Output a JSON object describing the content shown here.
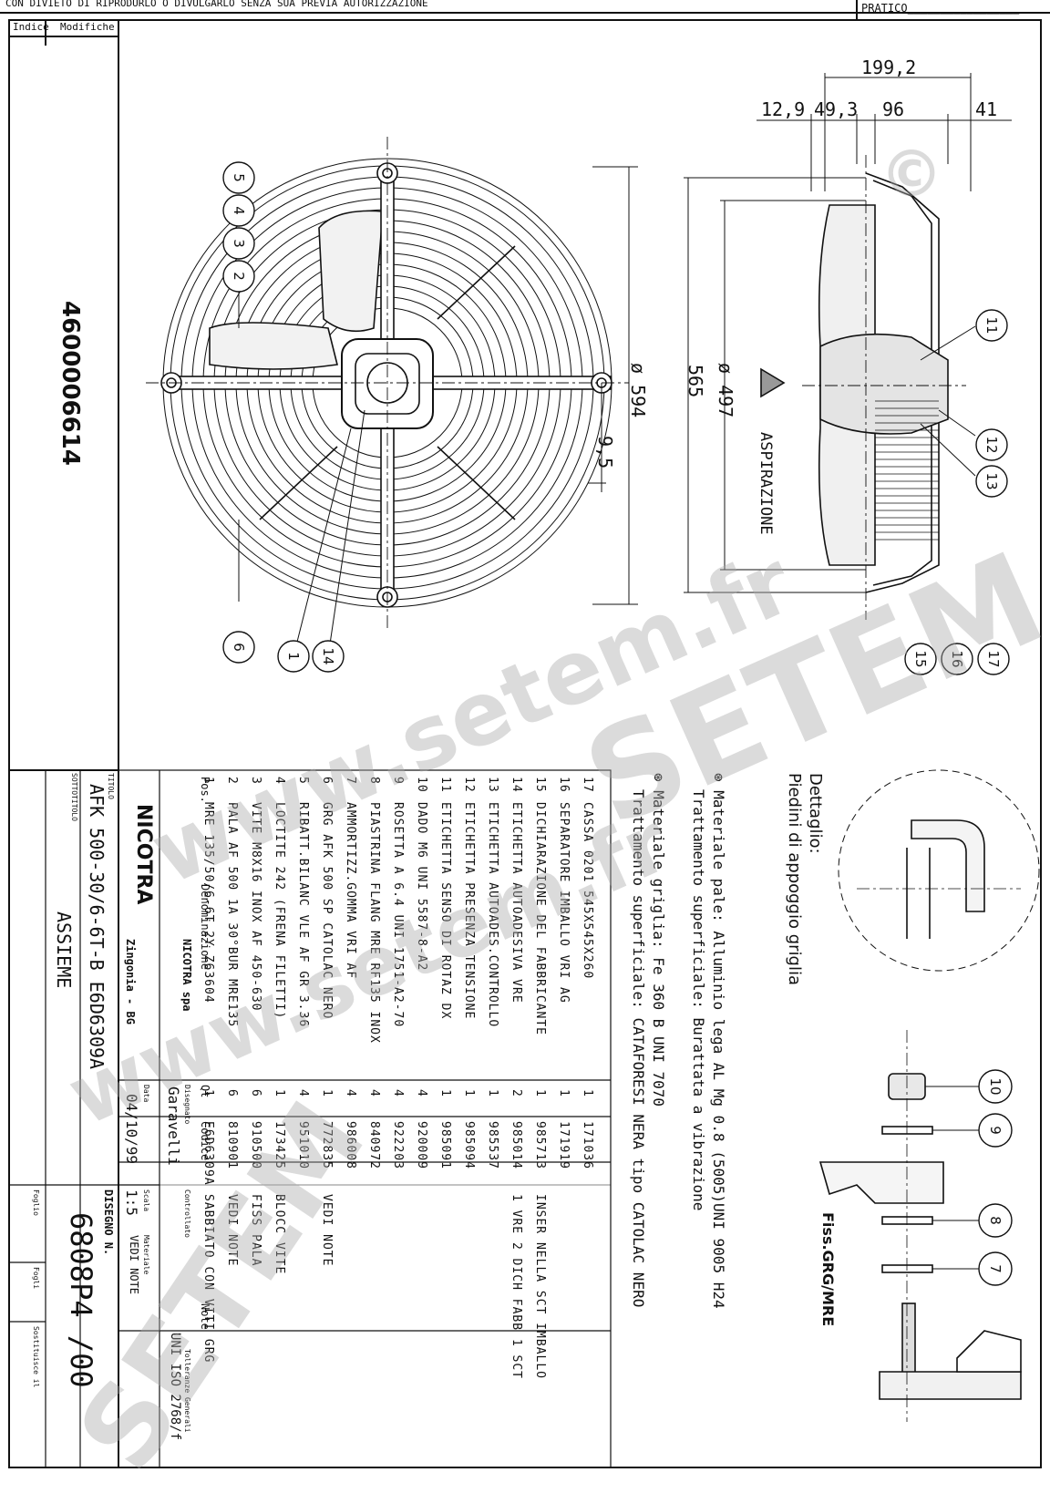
{
  "header": {
    "notice": "CON DIVIETO DI RIPRODURLO O DIVULGARLO SENZA SUA PREVIA AUTORIZZAZIONE",
    "pratico_label": "PRATICO"
  },
  "revision_block": {
    "indice_label": "Indice",
    "modifiche_label": "Modifiche"
  },
  "part_number": "4600006614",
  "dimensions": {
    "overall_depth": "199,2",
    "d1": "12,9",
    "d2": "49,3",
    "d3": "96",
    "d4": "41",
    "diam_outer": "ø 594",
    "diam_inner": "ø 497",
    "height": "565",
    "offset": "9,5"
  },
  "aspiration_label": "ASPIRAZIONE",
  "detail_title": "Dettaglio:",
  "detail_subtitle": "Piedini di appoggio griglia",
  "fixing_label": "Fiss.GRG/MRE",
  "materials_note_1a": "Materiale pale: Alluminio lega AL Mg 0.8 (5005)UNI 9005 H24",
  "materials_note_1b": "Trattamento superficiale: Burattata a vibrazione",
  "materials_note_2a": "Materiale griglia: Fe 360 B  UNI 7070",
  "materials_note_2b": "Trattamento superficiale: CATAFORESI NERA tipo CATOLAC NERO",
  "balloons_left": [
    "5",
    "4",
    "3",
    "2",
    "6",
    "1",
    "14"
  ],
  "balloons_right": [
    "11",
    "12",
    "13",
    "15",
    "16",
    "17",
    "10",
    "9",
    "8",
    "7"
  ],
  "parts_table": {
    "headers": {
      "pos": "Pos.",
      "denominazione": "Denominazione",
      "qt": "Qt",
      "codice": "Codice",
      "note": "Note"
    },
    "rows": [
      {
        "pos": "17",
        "desc": "CASSA 0201 545X545X260",
        "qt": "1",
        "code": "171036",
        "note": ""
      },
      {
        "pos": "16",
        "desc": "SEPARATORE IMBALLO VRI AG",
        "qt": "1",
        "code": "171919",
        "note": ""
      },
      {
        "pos": "15",
        "desc": "DICHIARAZIONE DEL FABBRICANTE",
        "qt": "1",
        "code": "985713",
        "note": "INSER NELLA SCT IMBALLO"
      },
      {
        "pos": "14",
        "desc": "ETICHETTA AUTOADESIVA VRE",
        "qt": "2",
        "code": "985014",
        "note": "1 VRE 2 DICH FABB 1 SCT"
      },
      {
        "pos": "13",
        "desc": "ETICHETTA AUTOADES.CONTROLLO",
        "qt": "1",
        "code": "985537",
        "note": ""
      },
      {
        "pos": "12",
        "desc": "ETICHETTA PRESENZA TENSIONE",
        "qt": "1",
        "code": "985094",
        "note": ""
      },
      {
        "pos": "11",
        "desc": "ETICHETTA SENSO DI ROTAZ DX",
        "qt": "1",
        "code": "985091",
        "note": ""
      },
      {
        "pos": "10",
        "desc": "DADO M6 UNI 5587-8-A2",
        "qt": "4",
        "code": "920009",
        "note": ""
      },
      {
        "pos": "9",
        "desc": "ROSETTA A 6.4 UNI 1751-A2-70",
        "qt": "4",
        "code": "922203",
        "note": ""
      },
      {
        "pos": "8",
        "desc": "PIASTRINA FLANG MRE RF135 INOX",
        "qt": "4",
        "code": "840972",
        "note": ""
      },
      {
        "pos": "7",
        "desc": "AMMORTIZZ.GOMMA VRI AF",
        "qt": "4",
        "code": "986008",
        "note": ""
      },
      {
        "pos": "6",
        "desc": "GRG AFK 500 SP CATOLAC NERO",
        "qt": "1",
        "code": "772835",
        "note": "VEDI NOTE"
      },
      {
        "pos": "5",
        "desc": "RIBATT.BILANC VLE AF GR 3.36",
        "qt": "4",
        "code": "951010",
        "note": ""
      },
      {
        "pos": "4",
        "desc": "LOCTITE 242 (FRENA FILETTI)",
        "qt": "1",
        "code": "173425",
        "note": "BLOCC VITE"
      },
      {
        "pos": "3",
        "desc": "VITE M8X16 INOX AF 450-630",
        "qt": "6",
        "code": "910500",
        "note": "FISS PALA"
      },
      {
        "pos": "2",
        "desc": "PALA AF 500 1A 30°BUR MRE135",
        "qt": "6",
        "code": "810901",
        "note": "VEDI NOTE"
      },
      {
        "pos": "1",
        "desc": "MRE 135/50/6-6T 2Y      Z63604",
        "qt": "1",
        "code": "E6D6309A",
        "note": "SABBIATO CON VITI GRG"
      }
    ]
  },
  "title_block": {
    "company": "NICOTRA",
    "company_full": "NICOTRA spa",
    "location": "Zingonia - BG",
    "titolo_label": "TITOLO",
    "title": "AFK 500-30/6-6T-B      E6D6309A",
    "sottotitolo_label": "SOTTOTITOLO",
    "subtitle": "ASSIEME",
    "disegnato_label": "Disegnato",
    "designer": "Garavelli",
    "controllato_label": "Controllato",
    "data_label": "Data",
    "date": "04/10/99",
    "scala_label": "Scala",
    "scale": "1:5",
    "materiale_label": "Materiale",
    "material": "VEDI NOTE",
    "tolerance_label": "Tolleranze Generali",
    "tolerance": "UNI ISO 2768/f",
    "disegno_label": "DISEGNO N.",
    "drawing_number": "6808P4 /00",
    "foglio_label": "Foglio",
    "fogli_label": "Fogli",
    "sostituisce_label": "Sostituisce il"
  },
  "watermarks": [
    "www.setem.fr",
    "SETEM",
    "www.setem.fr",
    "SETEM",
    "©"
  ]
}
